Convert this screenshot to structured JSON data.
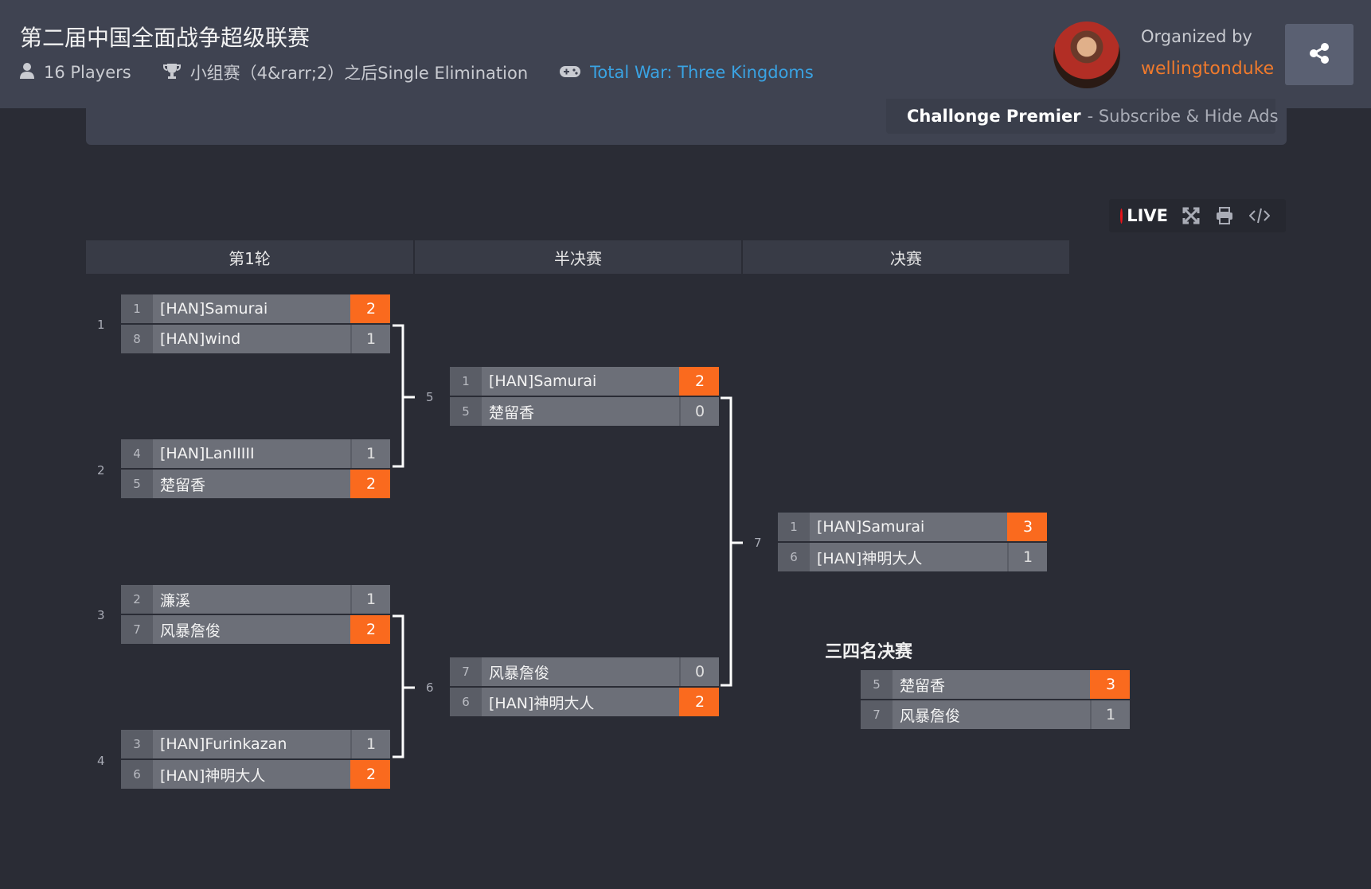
{
  "tournament": {
    "title": "第二届中国全面战争超级联赛",
    "players": "16 Players",
    "format": "小组赛（4&rarr;2）之后Single Elimination",
    "game": "Total War: Three Kingdoms",
    "organized_label": "Organized by",
    "organizer": "wellingtonduke"
  },
  "ad": {
    "brand": "Challonge Premier",
    "sub": "- Subscribe & Hide Ads"
  },
  "toolbar": {
    "live": "LIVE"
  },
  "rounds": [
    "第1轮",
    "半决赛",
    "决赛"
  ],
  "third_place_title": "三四名决赛",
  "matches": [
    {
      "num": "1",
      "top": {
        "seed": "1",
        "name": "[HAN]Samurai",
        "score": "2",
        "win": true
      },
      "bot": {
        "seed": "8",
        "name": "[HAN]wind",
        "score": "1",
        "win": false
      }
    },
    {
      "num": "2",
      "top": {
        "seed": "4",
        "name": "[HAN]LanIIIII",
        "score": "1",
        "win": false
      },
      "bot": {
        "seed": "5",
        "name": "楚留香",
        "score": "2",
        "win": true
      }
    },
    {
      "num": "3",
      "top": {
        "seed": "2",
        "name": "濂溪",
        "score": "1",
        "win": false
      },
      "bot": {
        "seed": "7",
        "name": "风暴詹俊",
        "score": "2",
        "win": true
      }
    },
    {
      "num": "4",
      "top": {
        "seed": "3",
        "name": "[HAN]Furinkazan",
        "score": "1",
        "win": false
      },
      "bot": {
        "seed": "6",
        "name": "[HAN]神明大人",
        "score": "2",
        "win": true
      }
    },
    {
      "num": "5",
      "top": {
        "seed": "1",
        "name": "[HAN]Samurai",
        "score": "2",
        "win": true
      },
      "bot": {
        "seed": "5",
        "name": "楚留香",
        "score": "0",
        "win": false
      }
    },
    {
      "num": "6",
      "top": {
        "seed": "7",
        "name": "风暴詹俊",
        "score": "0",
        "win": false
      },
      "bot": {
        "seed": "6",
        "name": "[HAN]神明大人",
        "score": "2",
        "win": true
      }
    },
    {
      "num": "7",
      "top": {
        "seed": "1",
        "name": "[HAN]Samurai",
        "score": "3",
        "win": true
      },
      "bot": {
        "seed": "6",
        "name": "[HAN]神明大人",
        "score": "1",
        "win": false
      }
    },
    {
      "num": "",
      "top": {
        "seed": "5",
        "name": "楚留香",
        "score": "3",
        "win": true
      },
      "bot": {
        "seed": "7",
        "name": "风暴詹俊",
        "score": "1",
        "win": false
      }
    }
  ],
  "colors": {
    "accent": "#fa6a1e",
    "link": "#3aa3e3",
    "organizer": "#f07a2c",
    "live": "#e8141b"
  },
  "icons": [
    "user-icon",
    "trophy-icon",
    "gamepad-icon",
    "share-icon",
    "fullscreen-icon",
    "print-icon",
    "embed-code-icon"
  ]
}
